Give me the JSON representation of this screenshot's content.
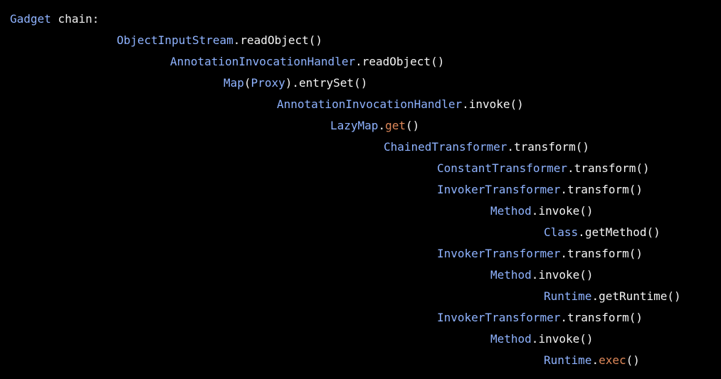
{
  "header": {
    "label_a": "Gadget",
    "label_b": " chain:"
  },
  "lines": [
    {
      "cls": "ObjectInputStream",
      "dot": ".",
      "meth": "readObject",
      "parens": "()"
    },
    {
      "cls": "AnnotationInvocationHandler",
      "dot": ".",
      "meth": "readObject",
      "parens": "()"
    },
    {
      "cls": "Map",
      "open": "(",
      "inner": "Proxy",
      "close": ")",
      "dot": ".",
      "meth": "entrySet",
      "parens": "()"
    },
    {
      "cls": "AnnotationInvocationHandler",
      "dot": ".",
      "meth": "invoke",
      "parens": "()"
    },
    {
      "cls": "LazyMap",
      "dot": ".",
      "meth": "get",
      "parens": "()"
    },
    {
      "cls": "ChainedTransformer",
      "dot": ".",
      "meth": "transform",
      "parens": "()"
    },
    {
      "cls": "ConstantTransformer",
      "dot": ".",
      "meth": "transform",
      "parens": "()"
    },
    {
      "cls": "InvokerTransformer",
      "dot": ".",
      "meth": "transform",
      "parens": "()"
    },
    {
      "cls": "Method",
      "dot": ".",
      "meth": "invoke",
      "parens": "()"
    },
    {
      "cls": "Class",
      "dot": ".",
      "meth": "getMethod",
      "parens": "()"
    },
    {
      "cls": "InvokerTransformer",
      "dot": ".",
      "meth": "transform",
      "parens": "()"
    },
    {
      "cls": "Method",
      "dot": ".",
      "meth": "invoke",
      "parens": "()"
    },
    {
      "cls": "Runtime",
      "dot": ".",
      "meth": "getRuntime",
      "parens": "()"
    },
    {
      "cls": "InvokerTransformer",
      "dot": ".",
      "meth": "transform",
      "parens": "()"
    },
    {
      "cls": "Method",
      "dot": ".",
      "meth": "invoke",
      "parens": "()"
    },
    {
      "cls": "Runtime",
      "dot": ".",
      "meth": "exec",
      "parens": "()"
    }
  ],
  "colors": {
    "background": "#000000",
    "class_name": "#8fb3ff",
    "method_name": "#f5f5f5",
    "keyword_method": "#e0895a"
  }
}
